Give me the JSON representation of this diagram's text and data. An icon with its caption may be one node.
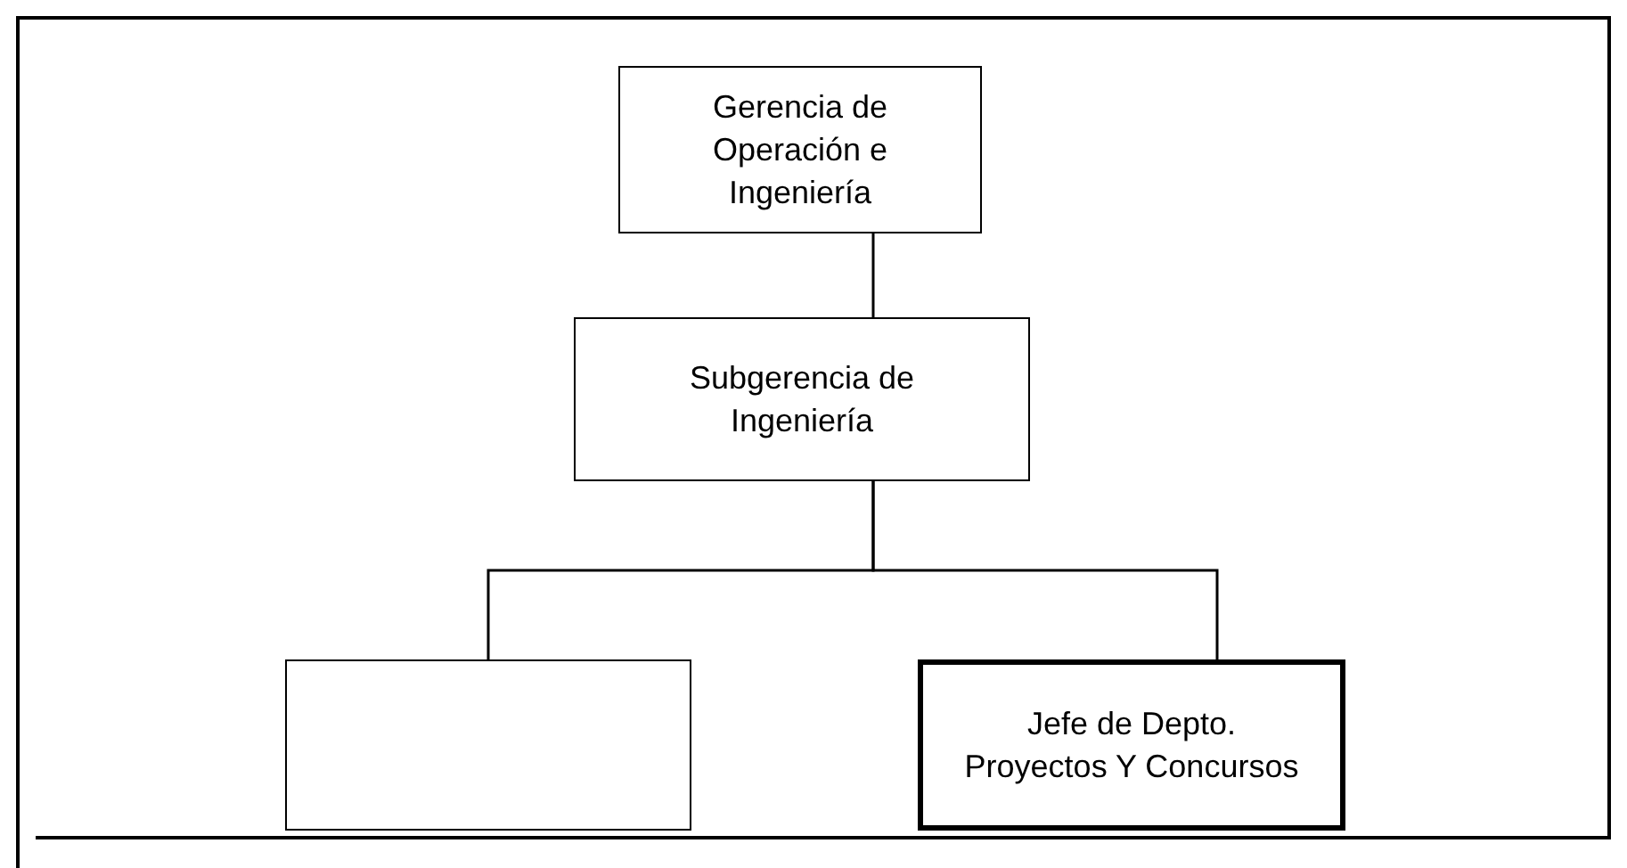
{
  "diagram": {
    "nodes": [
      {
        "text": [
          "Gerencia de Operación e Ingeniería"
        ]
      },
      {
        "text": [
          "Subgerencia de Ingeniería"
        ]
      },
      {
        "text": [],
        "shape": "box"
      },
      {
        "text": [
          "Jefe de Depto. Proyectos Y Concursos"
        ]
      }
    ],
    "edges": [
      {
        "from": 0,
        "to": 1,
        "arrow": "none"
      },
      {
        "from": 1,
        "to": 2,
        "arrow": "none"
      },
      {
        "from": 1,
        "to": 3,
        "arrow": "none"
      }
    ]
  }
}
